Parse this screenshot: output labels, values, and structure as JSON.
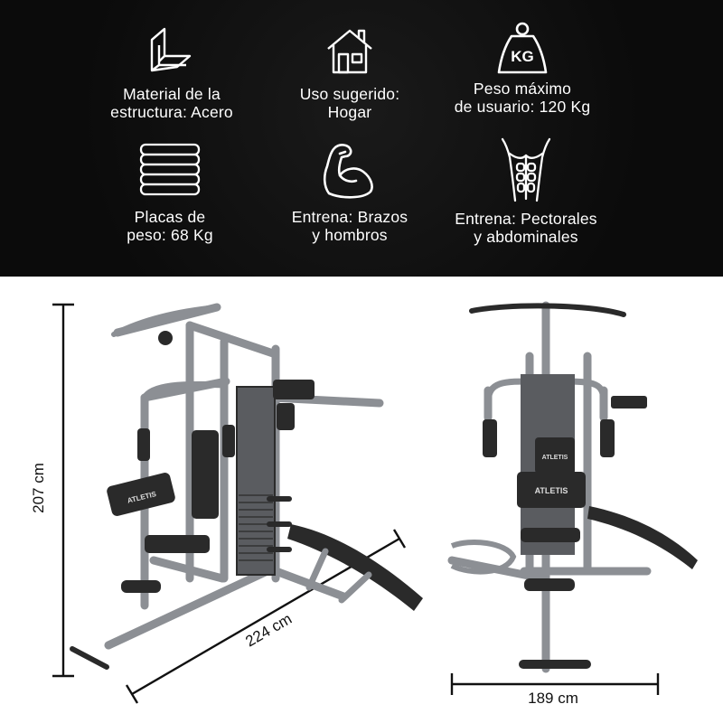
{
  "features": [
    {
      "icon": "steel-profile-icon",
      "label": "Material de la\nestructura: Acero"
    },
    {
      "icon": "house-icon",
      "label": "Uso sugerido:\nHogar"
    },
    {
      "icon": "kg-weight-icon",
      "kg_text": "KG",
      "label": "Peso máximo\nde usuario: 120 Kg"
    },
    {
      "icon": "weight-plates-icon",
      "label": "Placas de\npeso: 68 Kg"
    },
    {
      "icon": "flexed-arm-icon",
      "label": "Entrena: Brazos\ny hombros"
    },
    {
      "icon": "torso-abs-icon",
      "label": "Entrena: Pectorales\ny abdominales"
    }
  ],
  "product": {
    "brand": "ATLETIS",
    "dimensions": {
      "height": "207 cm",
      "length": "224 cm",
      "width": "189 cm"
    }
  },
  "colors": {
    "banner_bg": "#111111",
    "frame": "#8c8f94",
    "padding": "#2a2a2a",
    "text_light": "#ffffff"
  }
}
